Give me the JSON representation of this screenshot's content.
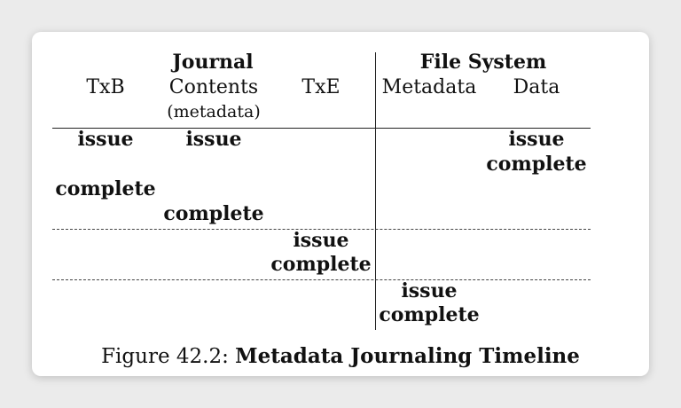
{
  "header": {
    "journal": "Journal",
    "file_system": "File System",
    "txb": "TxB",
    "contents": "Contents",
    "metadata_note": "(metadata)",
    "txe": "TxE",
    "fs_metadata": "Metadata",
    "fs_data": "Data"
  },
  "cells": {
    "txb_issue": "issue",
    "contents_issue": "issue",
    "data_issue": "issue",
    "data_complete": "complete",
    "txb_complete": "complete",
    "contents_complete": "complete",
    "txe_issue": "issue",
    "txe_complete": "complete",
    "metadata_issue": "issue",
    "metadata_complete": "complete"
  },
  "caption": {
    "prefix": "Figure 42.2: ",
    "title": "Metadata Journaling Timeline"
  }
}
